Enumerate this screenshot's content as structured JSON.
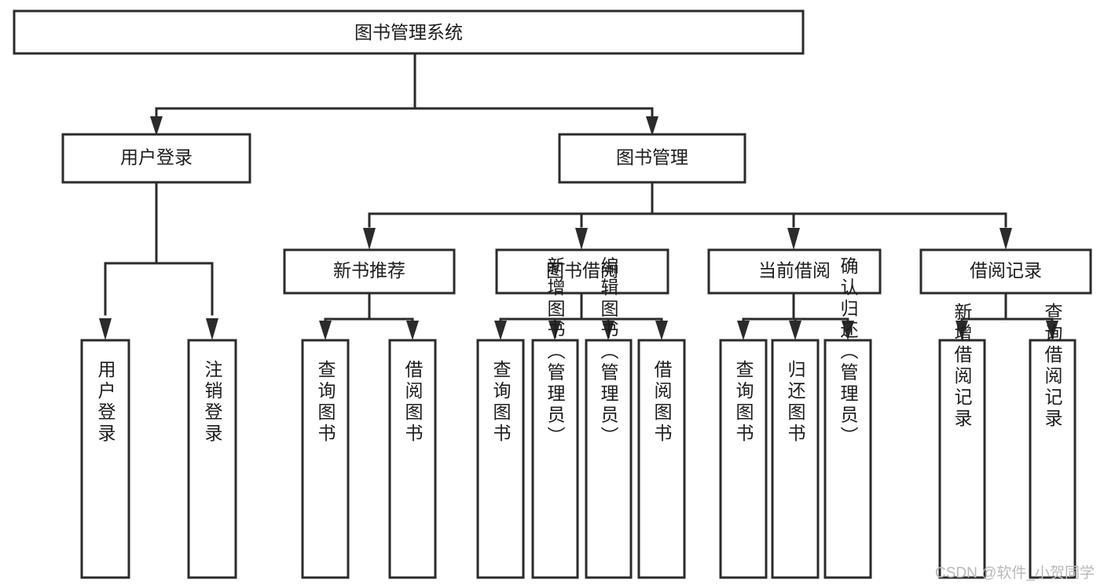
{
  "diagram": {
    "type": "tree-hierarchy-flowchart",
    "title": "图书管理系统",
    "watermark": "CSDN @软件_小贺同学",
    "colors": {
      "stroke": "#2b2b2b",
      "fill": "#ffffff",
      "text": "#1c1c1c",
      "watermark": "#b9b9b9",
      "background": "#ffffff"
    },
    "levels": {
      "root": "图书管理系统",
      "level1": [
        "用户登录",
        "图书管理"
      ],
      "level2": [
        "新书推荐",
        "图书借阅",
        "当前借阅",
        "借阅记录"
      ]
    },
    "nodes": {
      "root": {
        "label": "图书管理系统",
        "orientation": "horizontal"
      },
      "user_login": {
        "label": "用户登录",
        "orientation": "horizontal"
      },
      "book_manage": {
        "label": "图书管理",
        "orientation": "horizontal"
      },
      "new_book_rec": {
        "label": "新书推荐",
        "orientation": "horizontal"
      },
      "book_borrow": {
        "label": "图书借阅",
        "orientation": "horizontal"
      },
      "current_borrow": {
        "label": "当前借阅",
        "orientation": "horizontal"
      },
      "borrow_record": {
        "label": "借阅记录",
        "orientation": "horizontal"
      },
      "leaf_user_login": {
        "label": "用户登录",
        "orientation": "vertical"
      },
      "leaf_logout": {
        "label": "注销登录",
        "orientation": "vertical"
      },
      "leaf_query_book_1": {
        "label": "查询图书",
        "orientation": "vertical"
      },
      "leaf_borrow_book_1": {
        "label": "借阅图书",
        "orientation": "vertical"
      },
      "leaf_query_book_2": {
        "label": "查询图书",
        "orientation": "vertical"
      },
      "leaf_add_book": {
        "label": "新增图书（管理员）",
        "orientation": "vertical"
      },
      "leaf_edit_book": {
        "label": "编辑图书（管理员）",
        "orientation": "vertical"
      },
      "leaf_borrow_book_2": {
        "label": "借阅图书",
        "orientation": "vertical"
      },
      "leaf_query_book_3": {
        "label": "查询图书",
        "orientation": "vertical"
      },
      "leaf_return_book": {
        "label": "归还图书",
        "orientation": "vertical"
      },
      "leaf_confirm_return": {
        "label": "确认归还（管理员）",
        "orientation": "vertical"
      },
      "leaf_add_record": {
        "label": "新增借阅记录",
        "orientation": "vertical"
      },
      "leaf_query_record": {
        "label": "查询借阅记录",
        "orientation": "vertical"
      }
    },
    "edges": [
      {
        "from": "图书管理系统",
        "to": "用户登录"
      },
      {
        "from": "图书管理系统",
        "to": "图书管理"
      },
      {
        "from": "用户登录",
        "to": "用户登录"
      },
      {
        "from": "用户登录",
        "to": "注销登录"
      },
      {
        "from": "图书管理",
        "to": "新书推荐"
      },
      {
        "from": "图书管理",
        "to": "图书借阅"
      },
      {
        "from": "图书管理",
        "to": "当前借阅"
      },
      {
        "from": "图书管理",
        "to": "借阅记录"
      },
      {
        "from": "新书推荐",
        "to": "查询图书"
      },
      {
        "from": "新书推荐",
        "to": "借阅图书"
      },
      {
        "from": "图书借阅",
        "to": "查询图书"
      },
      {
        "from": "图书借阅",
        "to": "新增图书（管理员）"
      },
      {
        "from": "图书借阅",
        "to": "编辑图书（管理员）"
      },
      {
        "from": "图书借阅",
        "to": "借阅图书"
      },
      {
        "from": "当前借阅",
        "to": "查询图书"
      },
      {
        "from": "当前借阅",
        "to": "归还图书"
      },
      {
        "from": "当前借阅",
        "to": "确认归还（管理员）"
      },
      {
        "from": "借阅记录",
        "to": "新增借阅记录"
      },
      {
        "from": "借阅记录",
        "to": "查询借阅记录"
      }
    ]
  }
}
